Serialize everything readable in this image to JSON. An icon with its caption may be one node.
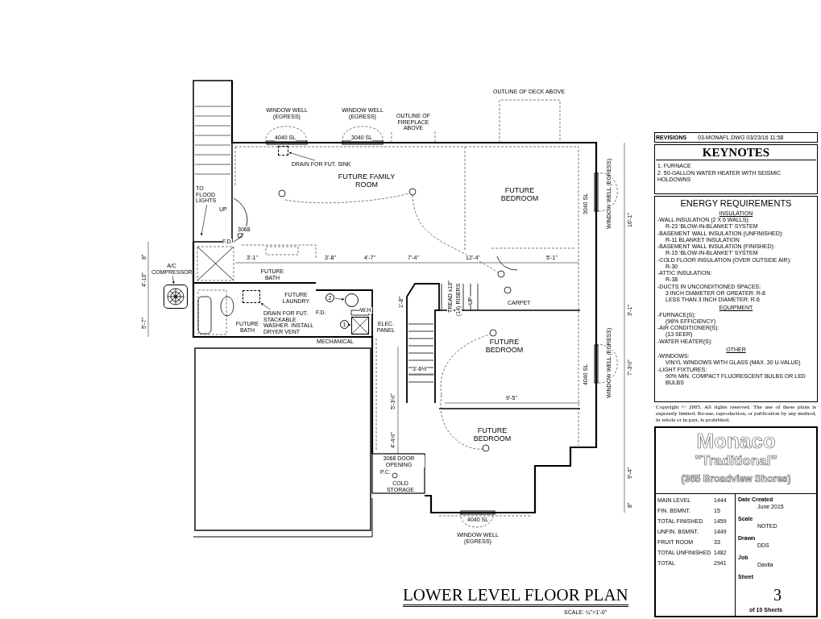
{
  "diagram": {
    "title": "LOWER LEVEL FLOOR PLAN",
    "nodes": [
      {
        "text": [
          "FUTURE FAMILY ROOM"
        ]
      },
      {
        "text": [
          "FUTURE BEDROOM"
        ]
      },
      {
        "text": [
          "FUTURE BATH"
        ]
      },
      {
        "text": [
          "FUTURE LAUNDRY"
        ]
      },
      {
        "text": [
          "FUTURE BATH"
        ]
      },
      {
        "text": [
          "MECHANICAL"
        ]
      },
      {
        "text": [
          "FUTURE BEDROOM"
        ]
      },
      {
        "text": [
          "FUTURE BEDROOM"
        ]
      },
      {
        "text": [
          "COLD STORAGE"
        ]
      },
      {
        "text": [
          "DRAIN FOR FUT. SINK"
        ]
      },
      {
        "text": [],
        "shape": "box"
      },
      {
        "text": [
          "DRAIN FOR FUT. STACKABLE WASHER. INSTALL DRYER VENT"
        ]
      },
      {
        "text": [
          "TO FLOOD LIGHTS"
        ]
      },
      {
        "text": [
          "A/C COMPRESSOR"
        ]
      },
      {
        "text": [],
        "shape": "picture"
      },
      {
        "text": [
          "1"
        ]
      },
      {
        "text": [],
        "shape": "box"
      },
      {
        "text": [
          "2"
        ]
      },
      {
        "text": [],
        "shape": "circle"
      },
      {
        "text": [],
        "shape": "box"
      }
    ],
    "edges": [
      {
        "from": 9,
        "to": 10,
        "arrow": "to"
      },
      {
        "from": 11,
        "to": 19,
        "arrow": "to"
      },
      {
        "from": 12,
        "to": null,
        "arrow": "to"
      },
      {
        "from": 13,
        "to": 14,
        "arrow": "to"
      },
      {
        "from": 15,
        "to": 16,
        "arrow": "to"
      },
      {
        "from": 17,
        "to": 18,
        "arrow": "to"
      }
    ],
    "labels": [
      "WINDOW WELL (EGRESS)",
      "WINDOW WELL (EGRESS)",
      "OUTLINE OF FIREPLACE ABOVE",
      "OUTLINE OF DECK ABOVE",
      "4040 SL",
      "3040 SL",
      "3040 SL",
      "WINDOW WELL (EGRESS)",
      "16'-1\"",
      "3068",
      "UP",
      "F.D.",
      "3'-1\"",
      "3'-8\"",
      "4'-7\"",
      "7'-4\"",
      "12'-4\"",
      "5'-1\"",
      "4'-10\"",
      "8\"",
      "5'-7\"",
      "TREAD ±10\"",
      "(14) RISERS",
      "UP",
      "CARPET",
      "1'-8\"",
      "3'-1\"",
      "W.H.",
      "F.D.",
      "ELEC. PANEL",
      "3'-6½\"",
      "5'-3½\"",
      "9'-5\"",
      "4040 SL",
      "WINDOW WELL (EGRESS)",
      "7'-3½\"",
      "4'-4½\"",
      "3068 DOOR OPENING",
      "P.C.",
      "9'-4\"",
      "8\"",
      "4040 SL",
      "WINDOW WELL (EGRESS)",
      "SCALE: ¼\"=1'-0\"",
      "REVISIONS",
      "03-MONAFL.DWG 03/23/16 11:58",
      "KEYNOTES",
      "1. FURNACE",
      "2. 50-GALLON WATER HEATER WITH SEISMIC HOLDOWNS",
      "ENERGY REQUIREMENTS",
      "INSULATION",
      "-WALL INSULATION (2 X 6 WALLS):",
      "R-23 'BLOW-IN-BLANKET' SYSTEM",
      "-BASEMENT WALL INSULATION (UNFINISHED):",
      "R-11 BLANKET INSULATION",
      "-BASEMENT WALL INSULATION (FINISHED):",
      "R-15 'BLOW-IN-BLANKET' SYSTEM",
      "-COLD FLOOR INSULATION (OVER OUTSIDE AIR):",
      "R-30",
      "-ATTIC INSULATION:",
      "R-38",
      "-DUCTS IN UNCONDITIONED SPACES:",
      "3 INCH DIAMETER OR GREATER: R-8",
      "LESS THAN 3 INCH DIAMETER: R-6",
      "EQUIPMENT",
      "-FURNACE(S):",
      "(96% EFFICIENCY)",
      "-AIR CONDITIONER(S):",
      "(13 SEER)",
      "-WATER HEATER(S):",
      "OTHER",
      "-WINDOWS:",
      "VINYL WINDOWS WITH GLASS (MAX .30 U-VALUE)",
      "-LIGHT FIXTURES:",
      "90% MIN. COMPACT FLUORESCENT BULBS OR LED BULBS",
      "Copyright © 2005. All rights reserved. The use of these plans is expressly limited. Re-use, reproduction, or publication by any method, in whole or in part, is prohibited.",
      "Monaco",
      "\"Traditional\"",
      "(365 Broadview Shores)",
      "MAIN LEVEL",
      "1444",
      "FIN. BSMNT.",
      "15",
      "TOTAL FINISHED",
      "1459",
      "UNFIN. BSMNT.",
      "1449",
      "FRUIT ROOM",
      "33",
      "TOTAL UNFINISHED",
      "1482",
      "TOTAL",
      "2941",
      "Date Created",
      "June 2015",
      "Scale",
      "NOTED",
      "Drawn",
      "DDS",
      "Job",
      "Davila",
      "Sheet",
      "3",
      "of 10 Sheets"
    ]
  }
}
